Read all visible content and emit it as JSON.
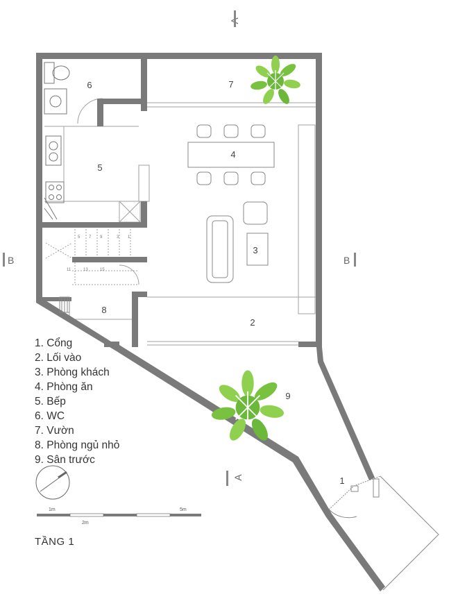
{
  "section_marks": {
    "a_top": "A",
    "a_bottom": "A",
    "b_left": "B",
    "b_right": "B"
  },
  "rooms": [
    {
      "label": "1"
    },
    {
      "label": "2"
    },
    {
      "label": "3"
    },
    {
      "label": "4"
    },
    {
      "label": "5"
    },
    {
      "label": "6"
    },
    {
      "label": "7"
    },
    {
      "label": "8"
    },
    {
      "label": "9"
    }
  ],
  "stair_numbers": [
    "5",
    "7",
    "9",
    "3",
    "1",
    "11",
    "13",
    "15"
  ],
  "legend": [
    "1. Cổng",
    "2. Lối vào",
    "3. Phòng khách",
    "4. Phòng ăn",
    "5. Bếp",
    "6. WC",
    "7. Vườn",
    "8. Phòng ngủ nhỏ",
    "9. Sân trước"
  ],
  "scale_bar": {
    "label_1": "1m",
    "label_2": "2m",
    "label_5": "5m"
  },
  "floor_title": "TẦNG 1",
  "colors": {
    "wall": "#7a7a7a",
    "line": "#9a9a9a",
    "tree_light": "#8fd14f",
    "tree_dark": "#5fae2f"
  }
}
